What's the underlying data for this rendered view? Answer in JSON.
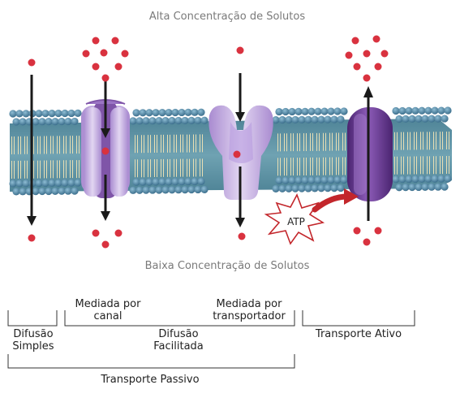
{
  "diagram": {
    "top_label": "Alta Concentração de Solutos",
    "bottom_label": "Baixa Concentração de Solutos",
    "atp_label": "ATP",
    "sub_labels": {
      "channel_line1": "Mediada por",
      "channel_line2": "canal",
      "carrier_line1": "Mediada por",
      "carrier_line2": "transportador"
    },
    "categories": {
      "simple_line1": "Difusão",
      "simple_line2": "Simples",
      "facilitated_line1": "Difusão",
      "facilitated_line2": "Facilitada",
      "active": "Transporte Ativo",
      "passive": "Transporte Passivo"
    },
    "colors": {
      "membrane_core": "#5b8fa0",
      "head": "#4f86a6",
      "tail": "#e8dfb4",
      "channel": "#c9b3e2",
      "channel_dark": "#7f55a8",
      "pump": "#6e3f96",
      "solute": "#d9323f",
      "arrow": "#1a1a1a",
      "atp_arrow": "#c3262b",
      "text": "#222222",
      "header_text": "#7a7a7a"
    }
  }
}
